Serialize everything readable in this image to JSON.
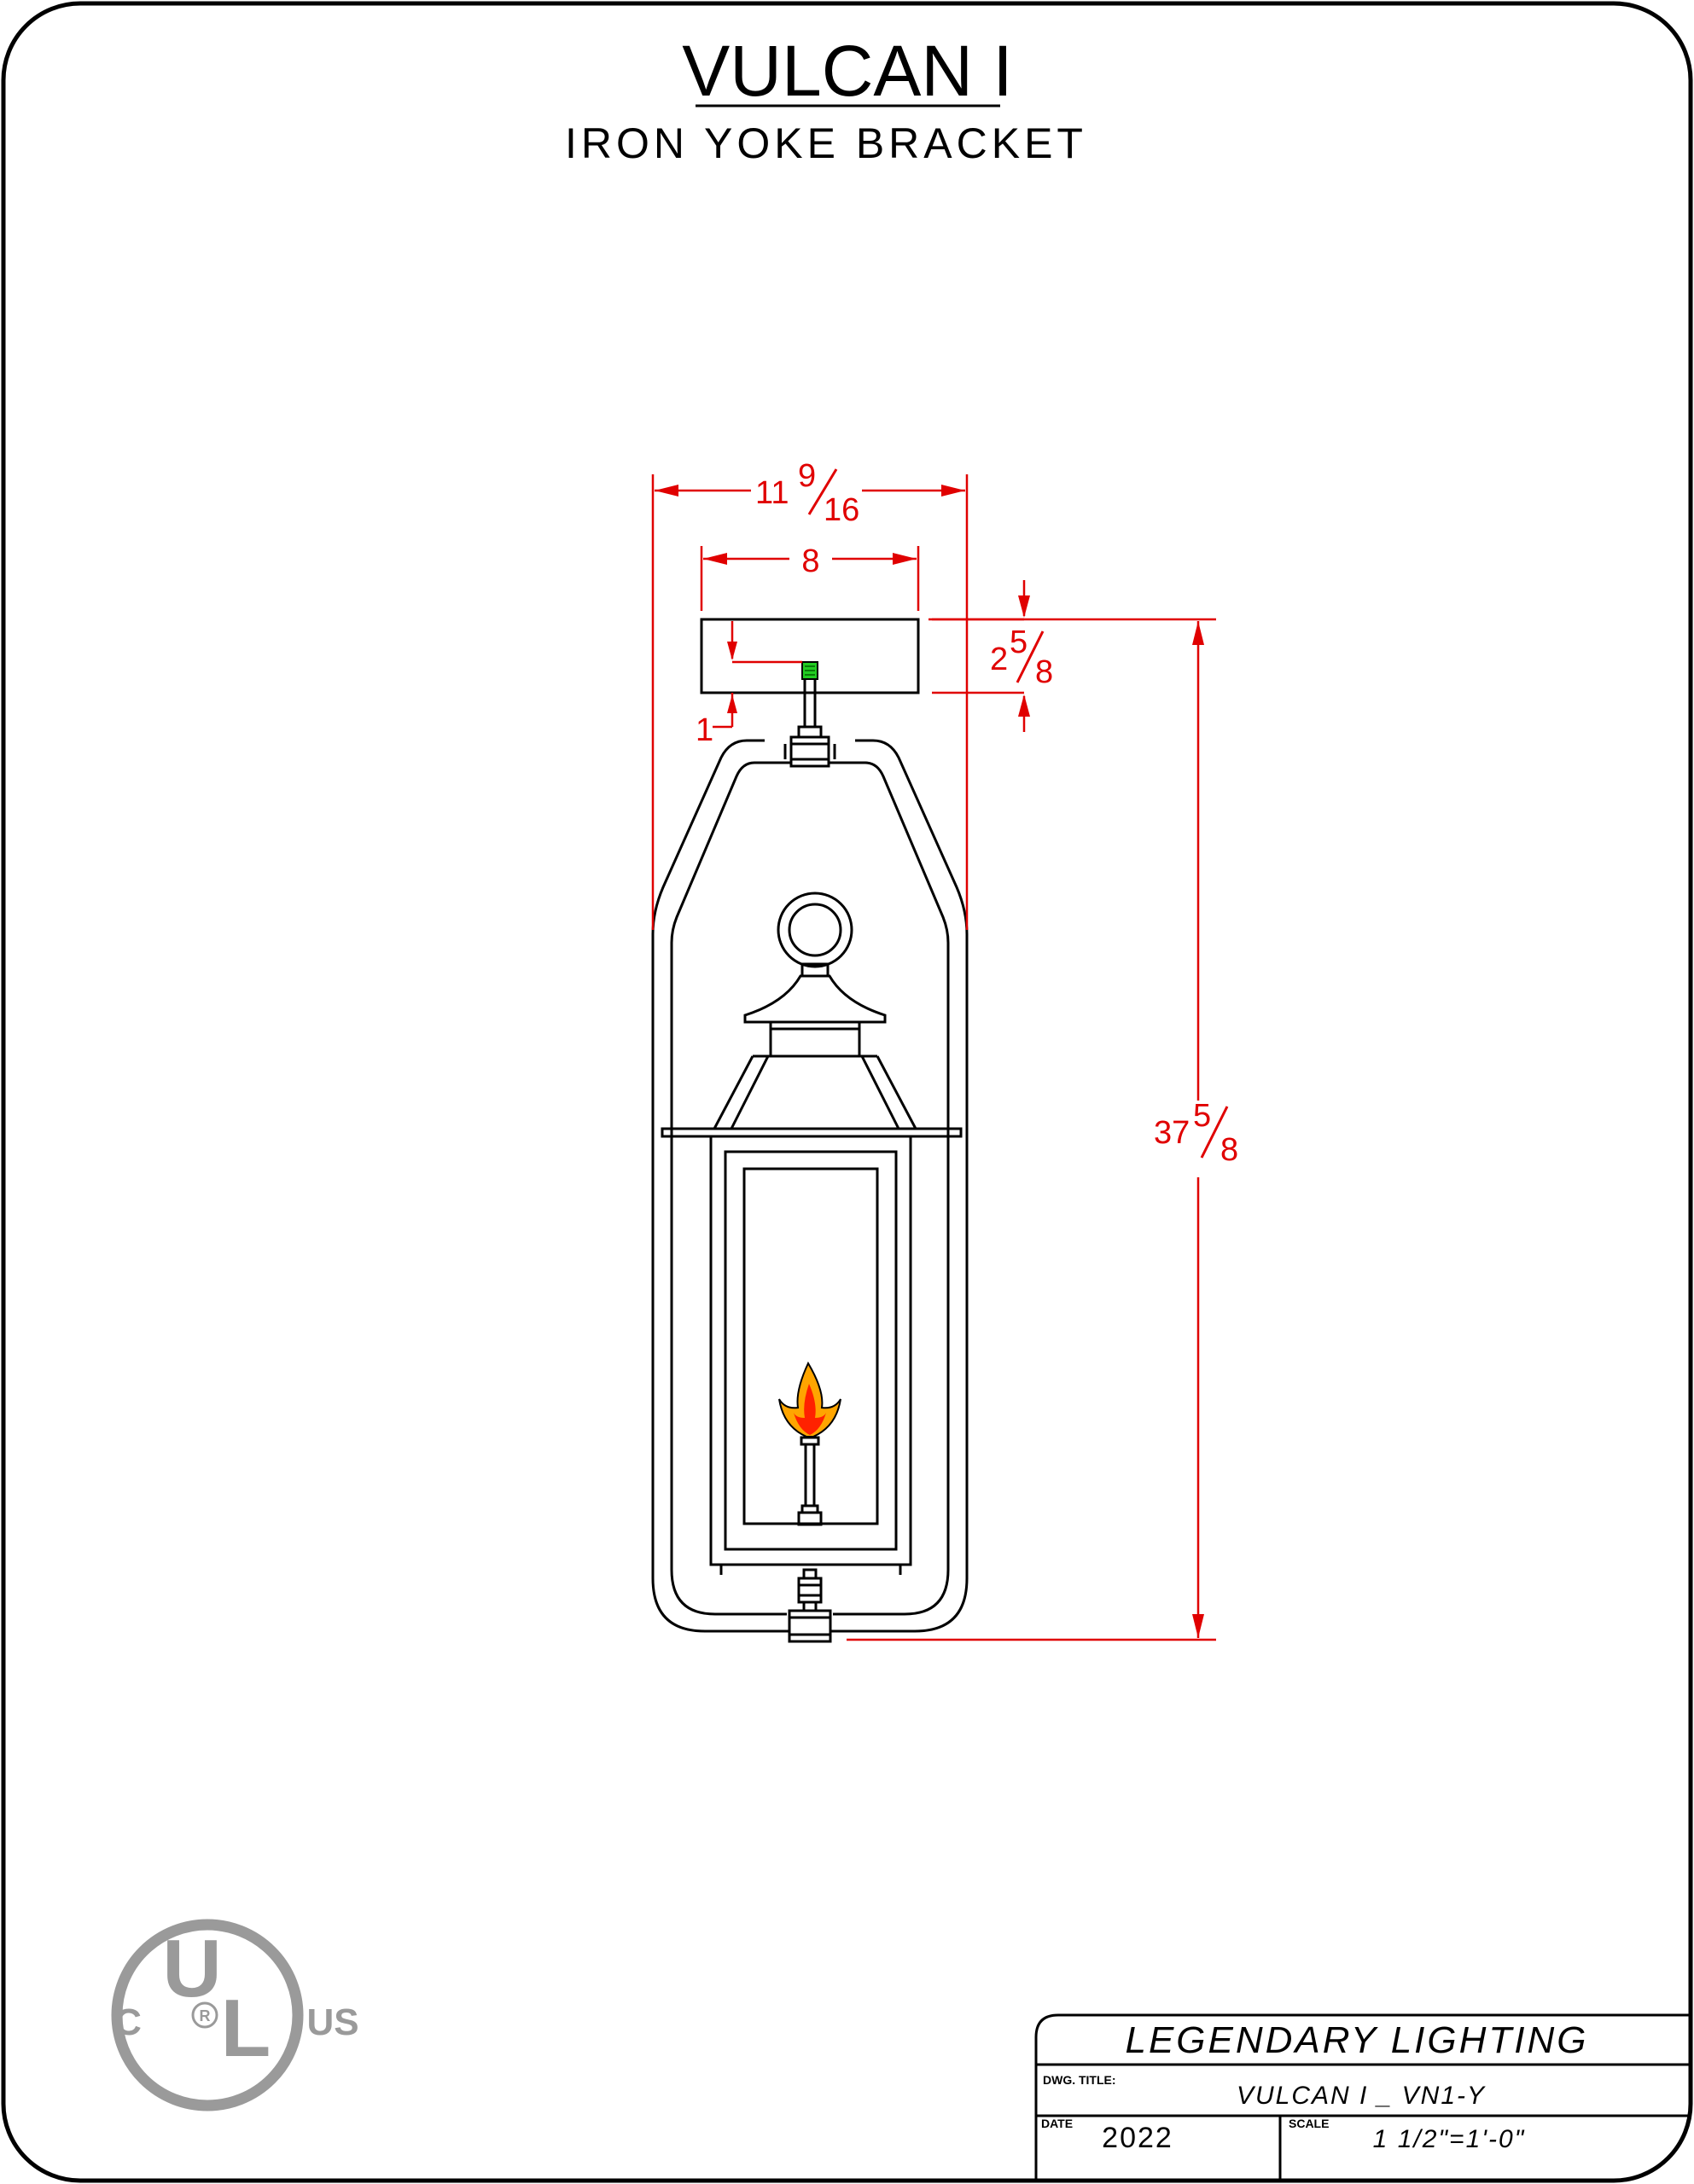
{
  "drawing": {
    "title": "VULCAN I",
    "subtitle": "IRON YOKE BRACKET"
  },
  "dimensions": {
    "overall_width": {
      "whole": "11",
      "num": "9",
      "den": "16"
    },
    "canopy_width": "8",
    "canopy_height": {
      "whole": "2",
      "num": "5",
      "den": "8"
    },
    "stem_inset": "1",
    "overall_height": {
      "whole": "37",
      "num": "5",
      "den": "8"
    }
  },
  "certification": {
    "left": "C",
    "top": "U",
    "bottom": "L",
    "mark": "R",
    "right": "US"
  },
  "title_block": {
    "company": "LEGENDARY LIGHTING",
    "dwg_title_label": "DWG. TITLE:",
    "dwg_title_value": "VULCAN I _ VN1-Y",
    "date_label": "DATE",
    "date_value": "2022",
    "scale_label": "SCALE",
    "scale_value": "1 1/2\"=1'-0\""
  },
  "colors": {
    "linework": "#000000",
    "dimensions": "#e00000",
    "highlight": "#22cc22",
    "flame_outer": "#ffa500",
    "flame_inner": "#ff2200",
    "ul_mark": "#9a9a9a"
  }
}
